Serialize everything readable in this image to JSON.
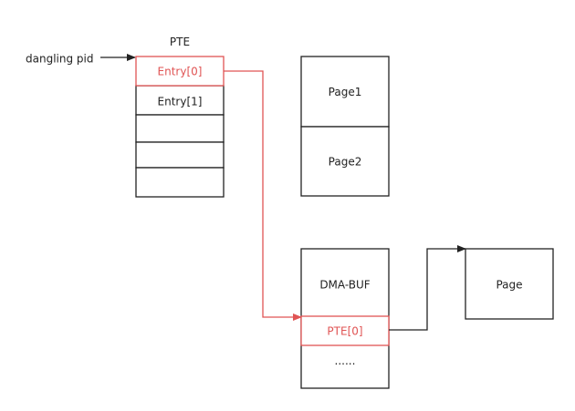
{
  "diagram": {
    "pointer_label": "dangling pid",
    "pte_table": {
      "title": "PTE",
      "entries": [
        "Entry[0]",
        "Entry[1]",
        "",
        "",
        ""
      ]
    },
    "pages": [
      "Page1",
      "Page2"
    ],
    "dma_buf": {
      "title": "DMA-BUF",
      "entry": "PTE[0]",
      "ellipsis": "......"
    },
    "target_page": "Page"
  },
  "colors": {
    "highlight": "#e05454",
    "stroke": "#222222"
  }
}
